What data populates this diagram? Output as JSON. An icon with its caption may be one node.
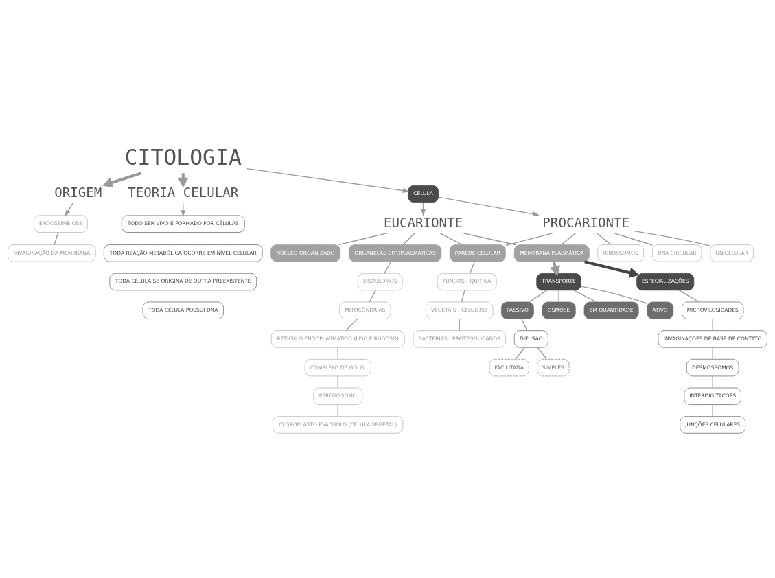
{
  "diagram": {
    "nodes": [
      {
        "text": [
          "CITOLOGIA"
        ]
      },
      {
        "text": [
          "ORIGEM"
        ]
      },
      {
        "text": [
          "ENDOSSIMBIOSE"
        ]
      },
      {
        "text": [
          "INVAGINAÇÃO DA MEMBRANA"
        ]
      },
      {
        "text": [
          "TEORIA CELULAR"
        ]
      },
      {
        "text": [
          "TODO SER VIVO É FORMADO POR CÉLULAS"
        ]
      },
      {
        "text": [
          "TODA REAÇÃO METABÓLICA OCORRE EM NÍVEL CELULAR"
        ]
      },
      {
        "text": [
          "TODA CÉLULA SE ORIGINA DE OUTRA PREEXISTENTE"
        ]
      },
      {
        "text": [
          "TODA CÉLULA POSSUI DNA"
        ]
      },
      {
        "text": [
          "CÉLULA"
        ]
      },
      {
        "text": [
          "EUCARIONTE"
        ]
      },
      {
        "text": [
          "PROCARIONTE"
        ]
      },
      {
        "text": [
          "RIBOSSOMOS"
        ]
      },
      {
        "text": [
          "DNA CIRCULAR"
        ]
      },
      {
        "text": [
          "UNICELULAR"
        ]
      },
      {
        "text": [
          "ORGANELAS CITOPLASMÁTICAS"
        ]
      },
      {
        "text": [
          "LISOSSOMOS"
        ]
      },
      {
        "text": [
          "MITOCÔNDRIAS"
        ]
      },
      {
        "text": [
          "RETÍCULO ENDOPLASMÁTICO (LISO E RUGOSO)"
        ]
      },
      {
        "text": [
          "COMPLEXO DE GOLGI"
        ]
      },
      {
        "text": [
          "PEROXISSOMO"
        ]
      },
      {
        "text": [
          "CLOROPLASTO EVACÚOLO (CELULA VEGETAL)"
        ]
      },
      {
        "text": [
          "NÚCLEO ORGANIZADO"
        ]
      },
      {
        "text": [
          "MEMBRANA PLASMÁTICA"
        ]
      },
      {
        "text": [
          "PAREDE CELULAR"
        ]
      },
      {
        "text": [
          "FUNGOS - QUITINA"
        ]
      },
      {
        "text": [
          "VEGETAIS - CELULOSE"
        ]
      },
      {
        "text": [
          "BACTÉRIAS - PROTEOGLICANOS"
        ]
      },
      {
        "text": [
          "TRANSPORTE"
        ]
      },
      {
        "text": [
          "EM QUANTIDADE"
        ]
      },
      {
        "text": [
          "ATIVO"
        ]
      },
      {
        "text": [
          "PASSIVO"
        ]
      },
      {
        "text": [
          "OSMOSE"
        ]
      },
      {
        "text": [
          "DIFUSÃO"
        ]
      },
      {
        "text": [
          "SIMPLES"
        ]
      },
      {
        "text": [
          "FACILITADA"
        ]
      },
      {
        "text": [
          "ESPECIALIZAÇÕES"
        ]
      },
      {
        "text": [
          "MICROVILOSIDADES"
        ]
      },
      {
        "text": [
          "INVAGINAÇÕES DE BASE DE CONTATO"
        ]
      },
      {
        "text": [
          "DESMOSSOMOS"
        ]
      },
      {
        "text": [
          "INTERDIGITAÇÕES"
        ]
      },
      {
        "text": [
          "JUNÇÕES CELULARES"
        ]
      }
    ],
    "edges": [
      {
        "from": 0,
        "to": 1,
        "arrow": "to",
        "style": "thick"
      },
      {
        "from": 0,
        "to": 4,
        "arrow": "to",
        "style": "thick"
      },
      {
        "from": 0,
        "to": 9,
        "arrow": "to"
      },
      {
        "from": 1,
        "to": 2,
        "arrow": "to"
      },
      {
        "from": 2,
        "to": 3,
        "arrow": "none"
      },
      {
        "from": 4,
        "to": 5,
        "arrow": "to"
      },
      {
        "from": 9,
        "to": 10,
        "arrow": "to"
      },
      {
        "from": 9,
        "to": 11,
        "arrow": "to"
      },
      {
        "from": 11,
        "to": 12,
        "arrow": "none"
      },
      {
        "from": 11,
        "to": 13,
        "arrow": "none"
      },
      {
        "from": 11,
        "to": 14,
        "arrow": "none"
      },
      {
        "from": 10,
        "to": 15,
        "arrow": "none"
      },
      {
        "from": 10,
        "to": 22,
        "arrow": "none"
      },
      {
        "from": 10,
        "to": 23,
        "arrow": "none"
      },
      {
        "from": 10,
        "to": 24,
        "arrow": "none"
      },
      {
        "from": 11,
        "to": 23,
        "arrow": "none"
      },
      {
        "from": 11,
        "to": 24,
        "arrow": "none"
      },
      {
        "from": 15,
        "to": 16,
        "arrow": "none"
      },
      {
        "from": 16,
        "to": 17,
        "arrow": "none"
      },
      {
        "from": 17,
        "to": 18,
        "arrow": "none"
      },
      {
        "from": 18,
        "to": 19,
        "arrow": "none"
      },
      {
        "from": 19,
        "to": 20,
        "arrow": "none"
      },
      {
        "from": 20,
        "to": 21,
        "arrow": "none"
      },
      {
        "from": 24,
        "to": 25,
        "arrow": "none"
      },
      {
        "from": 25,
        "to": 26,
        "arrow": "none"
      },
      {
        "from": 26,
        "to": 27,
        "arrow": "none"
      },
      {
        "from": 23,
        "to": 28,
        "arrow": "to",
        "style": "thick"
      },
      {
        "from": 23,
        "to": 36,
        "arrow": "to",
        "style": "thick",
        "color": "#444444"
      },
      {
        "from": 28,
        "to": 29,
        "arrow": "none"
      },
      {
        "from": 28,
        "to": 30,
        "arrow": "none"
      },
      {
        "from": 28,
        "to": 31,
        "arrow": "none"
      },
      {
        "from": 28,
        "to": 32,
        "arrow": "none"
      },
      {
        "from": 31,
        "to": 33,
        "arrow": "none"
      },
      {
        "from": 33,
        "to": 34,
        "arrow": "none"
      },
      {
        "from": 33,
        "to": 35,
        "arrow": "none"
      },
      {
        "from": 36,
        "to": 37,
        "arrow": "none"
      },
      {
        "from": 37,
        "to": 38,
        "arrow": "none"
      },
      {
        "from": 38,
        "to": 39,
        "arrow": "none"
      },
      {
        "from": 39,
        "to": 40,
        "arrow": "none"
      },
      {
        "from": 40,
        "to": 41,
        "arrow": "none"
      }
    ]
  }
}
